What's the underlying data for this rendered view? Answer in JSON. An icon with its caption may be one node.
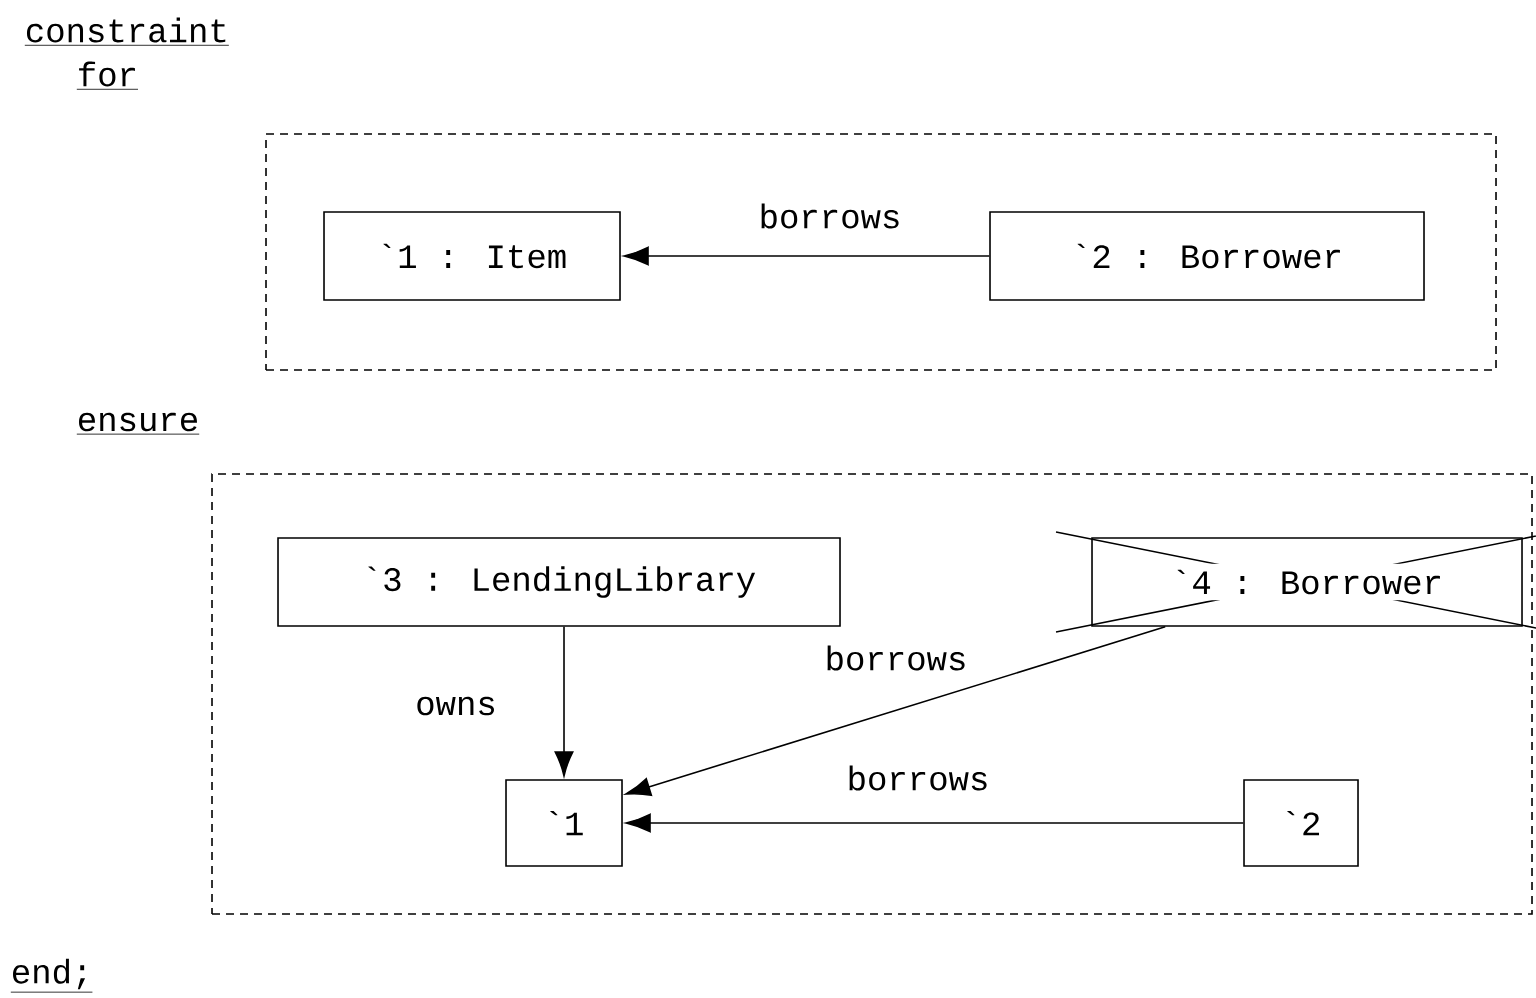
{
  "diagram": {
    "nodes": [
      {
        "text": [],
        "shape": "box"
      },
      {
        "text": [
          "`1 : Item"
        ],
        "in": 0
      },
      {
        "text": [
          "`2 : Borrower"
        ],
        "in": 0
      },
      {
        "text": [],
        "shape": "box"
      },
      {
        "text": [
          "`3 : LendingLibrary"
        ],
        "in": 3
      },
      {
        "text": [
          "`4 : Borrower"
        ],
        "in": 3
      },
      {
        "text": [
          "`1"
        ],
        "in": 3
      },
      {
        "text": [
          "`2"
        ],
        "in": 3
      }
    ],
    "edges": [
      {
        "from": 2,
        "to": 1,
        "arrow": "to",
        "label": "borrows"
      },
      {
        "from": 4,
        "to": 6,
        "arrow": "to",
        "label": "owns"
      },
      {
        "from": 5,
        "to": 6,
        "arrow": "to",
        "label": "borrows"
      },
      {
        "from": 7,
        "to": 6,
        "arrow": "to",
        "label": "borrows"
      }
    ],
    "labels": [
      "constraint",
      "for",
      "ensure",
      "end;"
    ]
  }
}
